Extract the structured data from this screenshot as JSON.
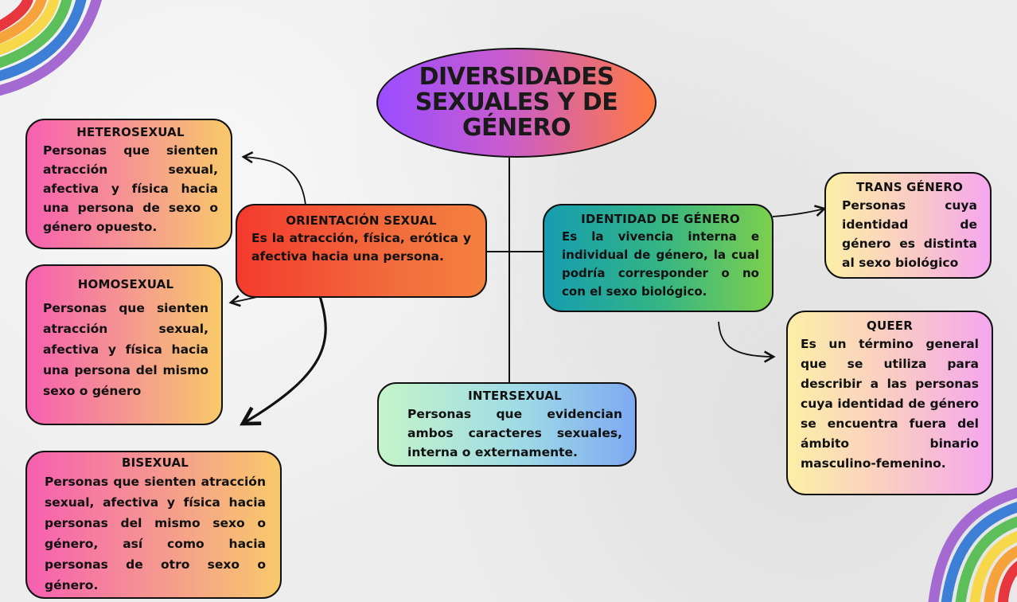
{
  "title": "DIVERSIDADES\nSEXUALES Y DE\nGÉNERO",
  "orientacion": {
    "heading": "ORIENTACIÓN SEXUAL",
    "text": "Es la atracción, física, erótica y afectiva hacia una persona."
  },
  "identidad": {
    "heading": "IDENTIDAD DE GÉNERO",
    "text": "Es la vivencia interna e individual de género, la cual podría corresponder o no con el sexo biológico."
  },
  "heterosexual": {
    "heading": "HETEROSEXUAL",
    "text": "Personas que sienten atracción sexual, afectiva y física hacia una persona de sexo o género opuesto."
  },
  "homosexual": {
    "heading": "HOMOSEXUAL",
    "text": "Personas que sienten atracción sexual, afectiva y física hacia una persona del mismo sexo o género"
  },
  "bisexual": {
    "heading": "BISEXUAL",
    "text": "Personas que sienten atracción sexual, afectiva y física hacia personas del mismo sexo o género, así como hacia personas de otro sexo o género."
  },
  "intersexual": {
    "heading": "INTERSEXUAL",
    "text": "Personas que evidencian ambos caracteres sexuales, interna o externamente."
  },
  "transgenero": {
    "heading": "TRANS GÉNERO",
    "text": "Personas cuya identidad de género es distinta al sexo biológico"
  },
  "queer": {
    "heading": "QUEER",
    "text": "Es un término general que se utiliza para describir a las personas cuya identidad de género se encuentra fuera del ámbito binario masculino-femenino."
  },
  "decor": {
    "rainbow_colors": [
      "#e8363f",
      "#f7a33b",
      "#f6d84a",
      "#5cbf5a",
      "#3d7fd6",
      "#a46ad2"
    ],
    "corner_top_left": "rainbow-wave",
    "corner_bottom_right": "rainbow-wave"
  }
}
